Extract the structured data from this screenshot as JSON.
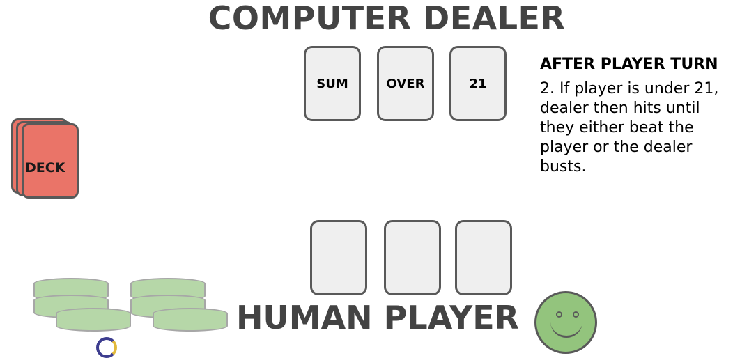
{
  "dealer": {
    "title": "COMPUTER DEALER",
    "cards": [
      "SUM",
      "OVER",
      "21"
    ]
  },
  "deck": {
    "label": "DECK",
    "color": "#ea7468"
  },
  "info": {
    "heading": "AFTER PLAYER TURN",
    "body": "2. If player is under 21,\ndealer then hits until\nthey either beat the\nplayer or the dealer\nbusts."
  },
  "player": {
    "title": "HUMAN PLAYER",
    "cards": [
      "",
      "",
      ""
    ],
    "avatar_icon": "smiley-face-icon",
    "chips_icon": "poker-chip-stack-icon"
  },
  "colors": {
    "card_fill": "#efefef",
    "card_border": "#595959",
    "chip_fill": "#b6d7a8",
    "smiley_fill": "#93c47d",
    "title_text": "#434343"
  }
}
